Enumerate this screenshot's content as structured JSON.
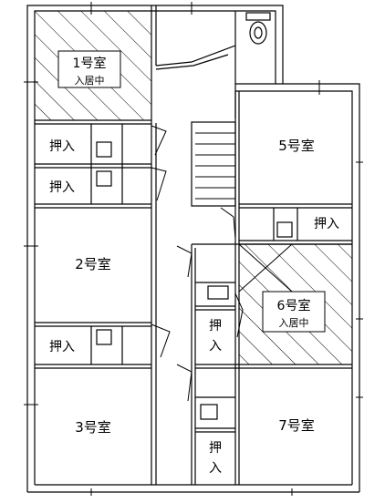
{
  "floor_plan": {
    "rooms": {
      "room1": {
        "name": "1号室",
        "status": "入居中"
      },
      "room2": {
        "name": "2号室"
      },
      "room3": {
        "name": "3号室"
      },
      "room5": {
        "name": "5号室"
      },
      "room6": {
        "name": "6号室",
        "status": "入居中"
      },
      "room7": {
        "name": "7号室"
      }
    },
    "closet_label": "押入",
    "closet_label_vertical": [
      "押",
      "入"
    ],
    "colors": {
      "line": "#000000",
      "background": "#ffffff"
    }
  }
}
